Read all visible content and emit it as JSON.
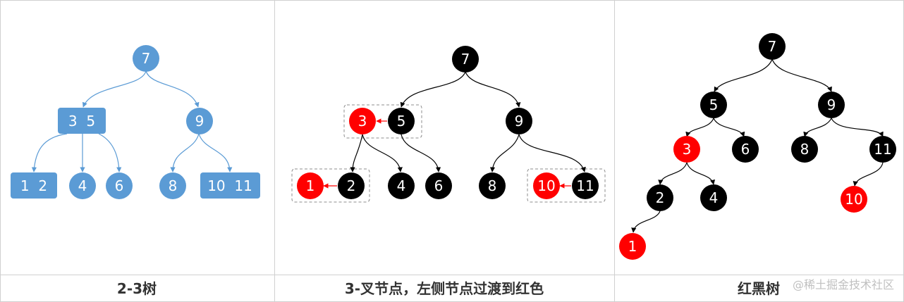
{
  "colors": {
    "blue_node": "#5b9bd5",
    "blue_edge": "#5b9bd5",
    "black_node": "#000000",
    "red_node": "#ff0000",
    "group_border": "#8c8c8c",
    "panel_border": "#d0d0d0",
    "caption_text": "#333333",
    "watermark_text": "#c0c0c0"
  },
  "panels": [
    {
      "id": "two-three-tree",
      "caption": "2-3树"
    },
    {
      "id": "three-node-split",
      "caption": "3-叉节点，左侧节点过渡到红色"
    },
    {
      "id": "red-black-tree",
      "caption": "红黑树"
    }
  ],
  "tree_23": {
    "root": "7",
    "left_node": "3  5",
    "right_node": "9",
    "leaf_12": "1  2",
    "leaf_4": "4",
    "leaf_6": "6",
    "leaf_8": "8",
    "leaf_1011": "10  11"
  },
  "tree_split": {
    "n7": "7",
    "n3": "3",
    "n5": "5",
    "n9": "9",
    "n1": "1",
    "n2": "2",
    "n4": "4",
    "n6": "6",
    "n8": "8",
    "n10": "10",
    "n11": "11"
  },
  "tree_rb": {
    "n7": "7",
    "n5": "5",
    "n9": "9",
    "n3": "3",
    "n6": "6",
    "n8": "8",
    "n11": "11",
    "n2": "2",
    "n4": "4",
    "n10": "10",
    "n1": "1"
  },
  "watermark": "@稀土掘金技术社区"
}
